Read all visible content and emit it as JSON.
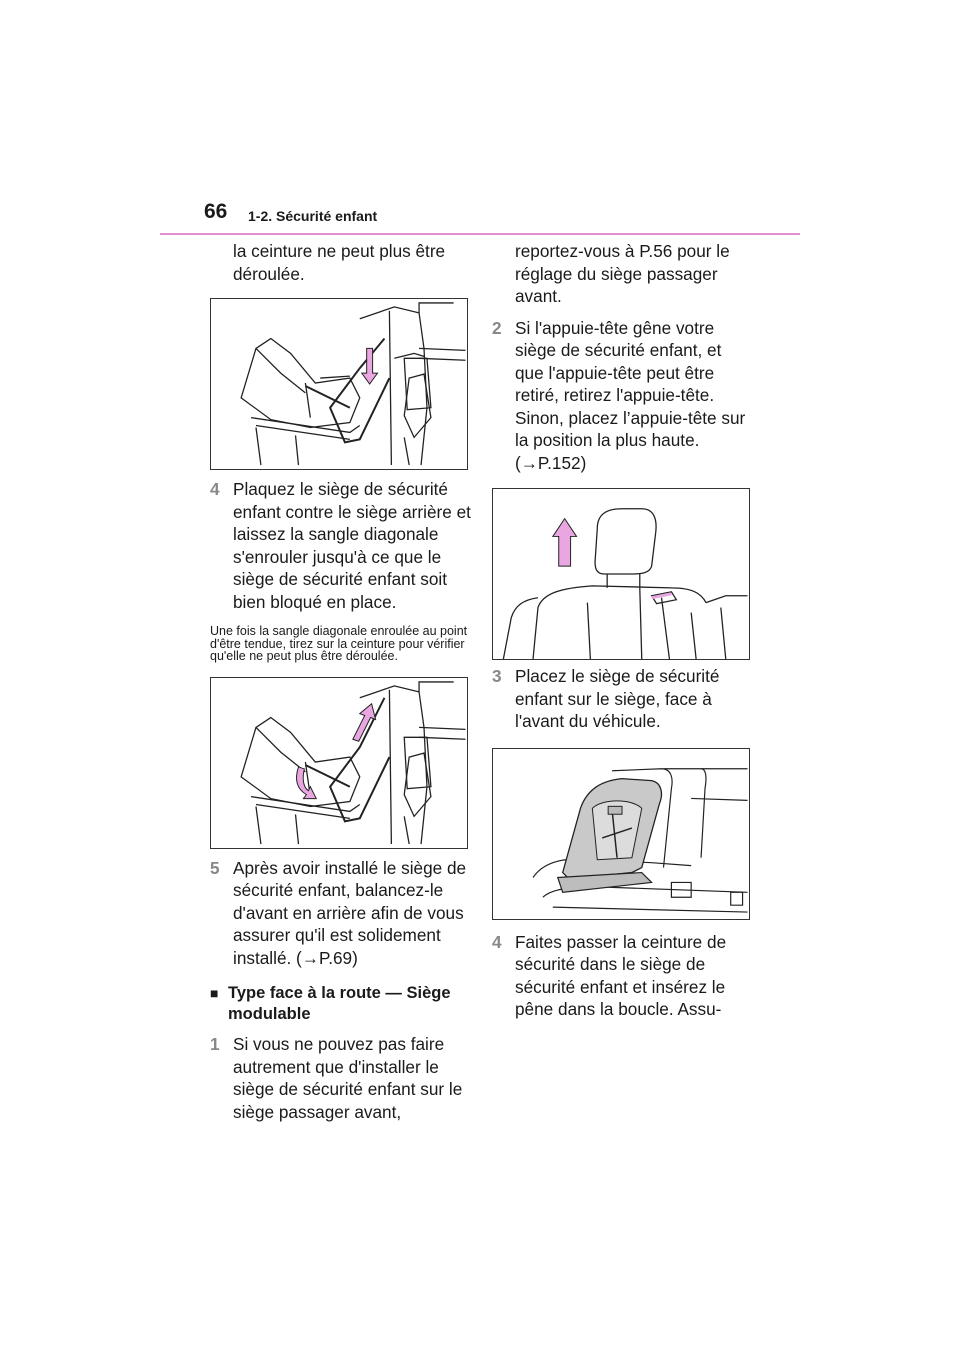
{
  "header": {
    "page_number": "66",
    "section": "1-2. Sécurité enfant"
  },
  "left": {
    "intro": "la ceinture ne peut plus être déroulée.",
    "step4": {
      "num": "4",
      "text": "Plaquez le siège de sécurité enfant contre le siège arrière et laissez la sangle diagonale s'enrouler jusqu'à ce que le siège de sécurité enfant soit bien bloqué en place."
    },
    "note": "Une fois la sangle diagonale enroulée au point d'être tendue, tirez sur la ceinture pour vérifier qu'elle ne peut plus être déroulée.",
    "step5": {
      "num": "5",
      "text": "Après avoir installé le siège de sécurité enfant, balancez-le d'avant en arrière afin de vous assurer qu'il est solidement installé. (→P.69)"
    },
    "heading": {
      "mark": "■",
      "text": "Type face à la route — Siège modulable"
    },
    "step1": {
      "num": "1",
      "text": "Si vous ne pouvez pas faire autrement que d'installer le siège de sécurité enfant sur le siège passager avant,"
    }
  },
  "right": {
    "intro": "reportez-vous à P.56 pour le réglage du siège passager avant.",
    "step2": {
      "num": "2",
      "text": "Si l'appuie-tête gêne votre siège de sécurité enfant, et que l'appuie-tête peut être retiré, retirez l'appuie-tête. Sinon, placez l’appuie-tête sur la position la plus haute. (→P.152)"
    },
    "step3": {
      "num": "3",
      "text": "Placez le siège de sécurité enfant sur le siège, face à l'avant du véhicule."
    },
    "step4": {
      "num": "4",
      "text": "Faites passer la ceinture de sécurité dans le siège de sécurité enfant et insérez le pêne dans la boucle. Assu-"
    }
  },
  "colors": {
    "header_rule": "#e58fd1",
    "arrow_pink": "#e9a6e0",
    "step_number": "#888888"
  },
  "figures": [
    {
      "icon": "rear-facing-seat-belt-lock-illustration"
    },
    {
      "icon": "rear-facing-seat-belt-pull-illustration"
    },
    {
      "icon": "headrest-raise-illustration"
    },
    {
      "icon": "forward-facing-seat-placement-illustration"
    }
  ]
}
